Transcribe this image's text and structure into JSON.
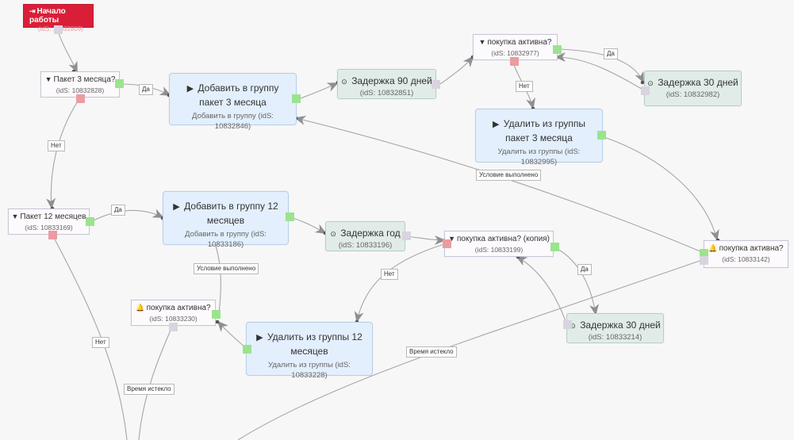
{
  "colors": {
    "start": "#d91f37",
    "action": "#e3effc",
    "delay": "#e1ece9",
    "condition": "#fdfafd",
    "port_yes": "#9be38f",
    "port_no": "#ea9ca2",
    "edge": "#9a9a9a"
  },
  "nodes": {
    "start": {
      "icon": "sign-in-icon",
      "glyph": "⇥",
      "title": "Начало работы",
      "sub": "(idS: 10832809)"
    },
    "c1": {
      "icon": "filter-icon",
      "glyph": "▼",
      "title": "Пакет 3 месяца?",
      "sub": "(idS: 10832828)"
    },
    "a1": {
      "icon": "play-icon",
      "glyph": "▶",
      "title": "Добавить в группу пакет 3 месяца",
      "sub": "Добавить в группу (idS: 10832846)"
    },
    "d1": {
      "icon": "clock-icon",
      "glyph": "⊙",
      "title": "Задержка 90 дней",
      "sub": "(idS: 10832851)"
    },
    "c2": {
      "icon": "filter-icon",
      "glyph": "▼",
      "title": "покупка активна?",
      "sub": "(idS: 10832977)"
    },
    "d2": {
      "icon": "clock-icon",
      "glyph": "⊙",
      "title": "Задержка 30 дней",
      "sub": "(idS: 10832982)"
    },
    "a2": {
      "icon": "play-icon",
      "glyph": "▶",
      "title": "Удалить из группы пакет 3 месяца",
      "sub": "Удалить из группы (idS: 10832995)"
    },
    "c3": {
      "icon": "filter-icon",
      "glyph": "▼",
      "title": "Пакет 12 месяцев",
      "sub": "(idS: 10833169)"
    },
    "a3": {
      "icon": "play-icon",
      "glyph": "▶",
      "title": "Добавить в группу 12 месяцев",
      "sub": "Добавить в группу (idS: 10833186)"
    },
    "d3": {
      "icon": "clock-icon",
      "glyph": "⊙",
      "title": "Задержка год",
      "sub": "(idS: 10833196)"
    },
    "c4": {
      "icon": "filter-icon",
      "glyph": "▼",
      "title": "покупка активна? (копия)",
      "sub": "(idS: 10833199)"
    },
    "e1": {
      "icon": "bell-icon",
      "glyph": "🔔",
      "title": "покупка активна?",
      "sub": "(idS: 10833142)"
    },
    "e2": {
      "icon": "bell-icon",
      "glyph": "🔔",
      "title": "покупка активна?",
      "sub": "(idS: 10833230)"
    },
    "a4": {
      "icon": "play-icon",
      "glyph": "▶",
      "title": "Удалить из группы 12 месяцев",
      "sub": "Удалить из группы (idS: 10833228)"
    },
    "d4": {
      "icon": "clock-icon",
      "glyph": "⊙",
      "title": "Задержка 30 дней",
      "sub": "(idS: 10833214)"
    }
  },
  "edge_labels": {
    "yes": "Да",
    "no": "Нет",
    "condition_met": "Условие выполнено",
    "time_expired": "Время истекло"
  }
}
